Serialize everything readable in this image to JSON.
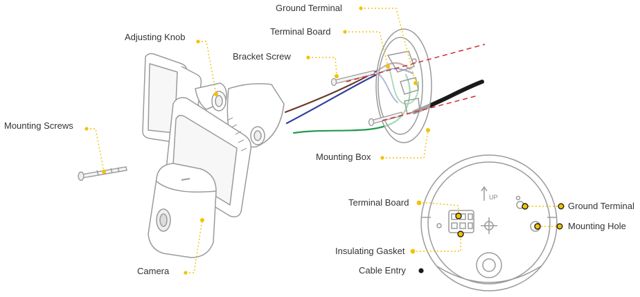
{
  "labels": {
    "ground_terminal_top": "Ground Terminal",
    "terminal_board_top": "Terminal Board",
    "adjusting_knob": "Adjusting Knob",
    "bracket_screw": "Bracket Screw",
    "mounting_screws": "Mounting Screws",
    "mounting_box": "Mounting  Box",
    "camera": "Camera",
    "terminal_board_detail": "Terminal Board",
    "insulating_gasket": "Insulating Gasket",
    "cable_entry": "Cable Entry",
    "ground_terminal_detail": "Ground Terminal",
    "mounting_hole": "Mounting Hole",
    "up_mark": "UP"
  },
  "colors": {
    "leader": "#f2c200",
    "outline": "#9a9a9a",
    "wire_brown": "#6b3a2a",
    "wire_blue": "#2f3f9a",
    "wire_green": "#1f9a4a",
    "cable": "#1a1a1a",
    "axis_dash": "#d0343a",
    "label_text": "#333333"
  }
}
